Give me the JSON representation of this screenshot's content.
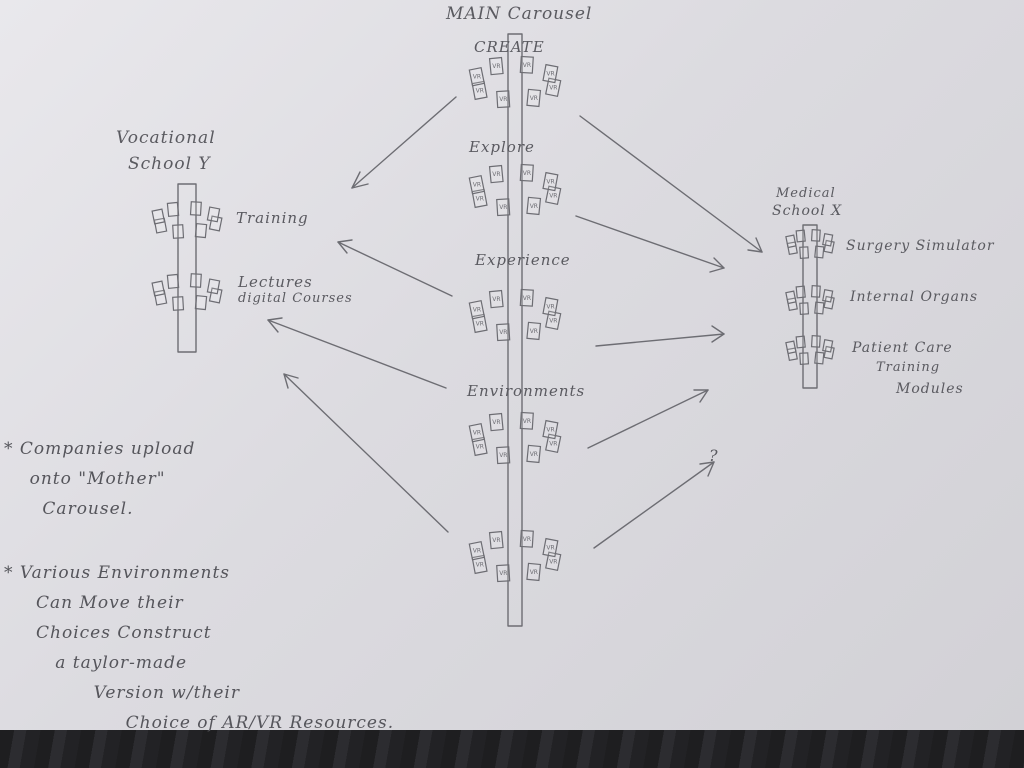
{
  "main_carousel": {
    "title": "MAIN Carousel",
    "tiers": [
      "CREATE",
      "Explore",
      "Experience",
      "Environments"
    ],
    "tile_label": "VR"
  },
  "vocational_school": {
    "title_line1": "Vocational",
    "title_line2": "School Y",
    "labels": [
      "Training",
      "Lectures",
      "digital Courses"
    ]
  },
  "medical_school": {
    "title_line1": "Medical",
    "title_line2": "School X",
    "labels": [
      "Surgery Simulator",
      "Internal Organs",
      "Patient Care",
      "Training",
      "Modules"
    ]
  },
  "notes": {
    "note1": "* Companies upload\n    onto \"Mother\"\n      Carousel.",
    "note2": "* Various Environments\n     Can Move their\n     Choices Construct\n        a taylor-made\n              Version w/their\n                   Choice of AR/VR Resources."
  },
  "unknown_mark": "?"
}
